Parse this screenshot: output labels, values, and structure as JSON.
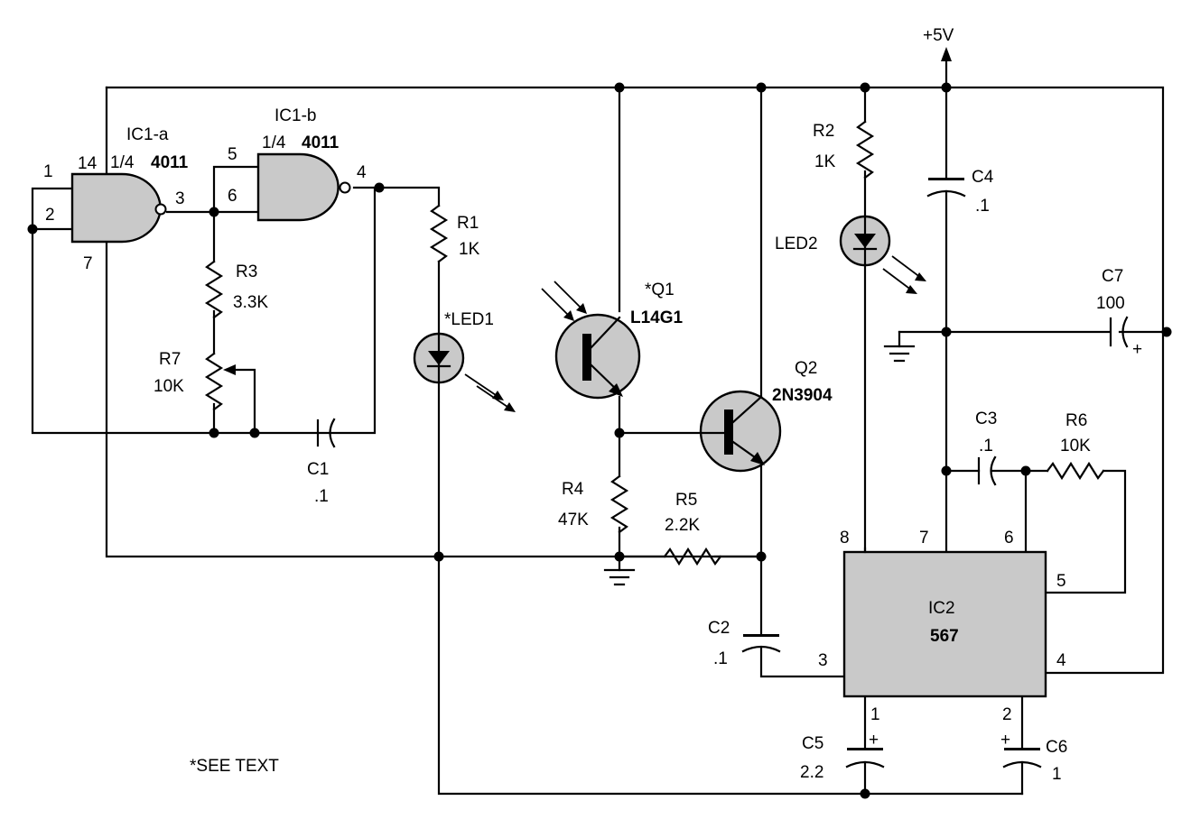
{
  "labels": {
    "supply": "+5V",
    "ic1a": "IC1-a",
    "ic1a_type_prefix": "1/4",
    "ic1a_type": "4011",
    "ic1b": "IC1-b",
    "ic1b_type_prefix": "1/4",
    "ic1b_type": "4011",
    "pin1": "1",
    "pin2": "2",
    "pin14": "14",
    "pin7": "7",
    "pin3": "3",
    "pin5": "5",
    "pin6": "6",
    "pin4": "4",
    "r1": "R1",
    "r1_val": "1K",
    "r2": "R2",
    "r2_val": "1K",
    "r3": "R3",
    "r3_val": "3.3K",
    "r4": "R4",
    "r4_val": "47K",
    "r5": "R5",
    "r5_val": "2.2K",
    "r6": "R6",
    "r6_val": "10K",
    "r7": "R7",
    "r7_val": "10K",
    "c1": "C1",
    "c1_val": ".1",
    "c2": "C2",
    "c2_val": ".1",
    "c3": "C3",
    "c3_val": ".1",
    "c4": "C4",
    "c4_val": ".1",
    "c5": "C5",
    "c5_val": "2.2",
    "c6": "C6",
    "c6_val": "1",
    "c7": "C7",
    "c7_val": "100",
    "led1": "*LED1",
    "led2": "LED2",
    "q1": "*Q1",
    "q1_type": "L14G1",
    "q2": "Q2",
    "q2_type": "2N3904",
    "ic2": "IC2",
    "ic2_type": "567",
    "ic2_pin8": "8",
    "ic2_pin7": "7",
    "ic2_pin6": "6",
    "ic2_pin5": "5",
    "ic2_pin4": "4",
    "ic2_pin3": "3",
    "ic2_pin1": "1",
    "ic2_pin2": "2",
    "plus": "+",
    "note": "*SEE TEXT"
  }
}
